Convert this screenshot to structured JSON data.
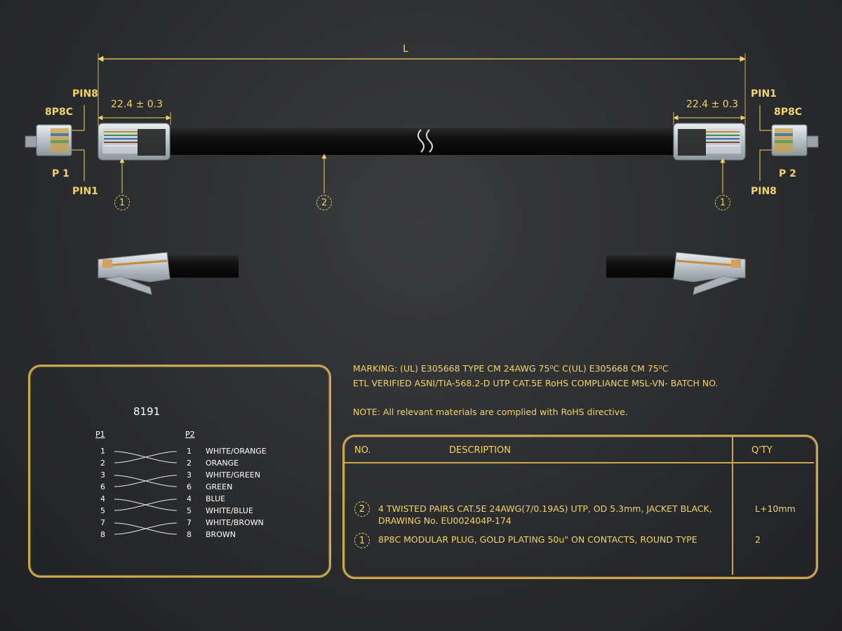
{
  "dimensions": {
    "length_label": "L",
    "left_tolerance": "22.4 ± 0.3",
    "right_tolerance": "22.4 ± 0.3"
  },
  "left_end": {
    "pin_top": "PIN8",
    "connector": "8P8C",
    "plug": "P 1",
    "pin_bottom": "PIN1"
  },
  "right_end": {
    "pin_top": "PIN1",
    "connector": "8P8C",
    "plug": "P 2",
    "pin_bottom": "PIN8"
  },
  "callouts": {
    "left": "1",
    "middle": "2",
    "right": "1"
  },
  "wiring": {
    "title": "8191",
    "p1_header": "P1",
    "p2_header": "P2",
    "rows": [
      {
        "p1": "1",
        "p2": "1",
        "color": "WHITE/ORANGE"
      },
      {
        "p1": "2",
        "p2": "2",
        "color": "ORANGE"
      },
      {
        "p1": "3",
        "p2": "3",
        "color": "WHITE/GREEN"
      },
      {
        "p1": "6",
        "p2": "6",
        "color": "GREEN"
      },
      {
        "p1": "4",
        "p2": "4",
        "color": "BLUE"
      },
      {
        "p1": "5",
        "p2": "5",
        "color": "WHITE/BLUE"
      },
      {
        "p1": "7",
        "p2": "7",
        "color": "WHITE/BROWN"
      },
      {
        "p1": "8",
        "p2": "8",
        "color": "BROWN"
      }
    ]
  },
  "marking": {
    "line1": "MARKING: (UL) E305668 TYPE CM 24AWG 75⁰C C(UL) E305668 CM 75⁰C",
    "line2": "ETL VERIFIED ASNI/TIA-568.2-D UTP CAT.5E RoHS COMPLIANCE MSL-VN- BATCH NO.",
    "note": "NOTE: All relevant materials are complied with RoHS directive."
  },
  "bom": {
    "headers": {
      "no": "NO.",
      "description": "DESCRIPTION",
      "qty": "Q'TY"
    },
    "rows": [
      {
        "no": "2",
        "description_line1": "4 TWISTED PAIRS CAT.5E 24AWG(7/0.19AS) UTP, OD 5.3mm, JACKET BLACK,",
        "description_line2": "DRAWING No. EU002404P-174",
        "qty": "L+10mm"
      },
      {
        "no": "1",
        "description_line1": "8P8C MODULAR PLUG, GOLD PLATING 50u\" ON CONTACTS, ROUND TYPE",
        "description_line2": "",
        "qty": "2"
      }
    ]
  },
  "colors": {
    "accent": "#f2d36b",
    "frame": "#c9a650",
    "background": "#2b2c2e"
  }
}
